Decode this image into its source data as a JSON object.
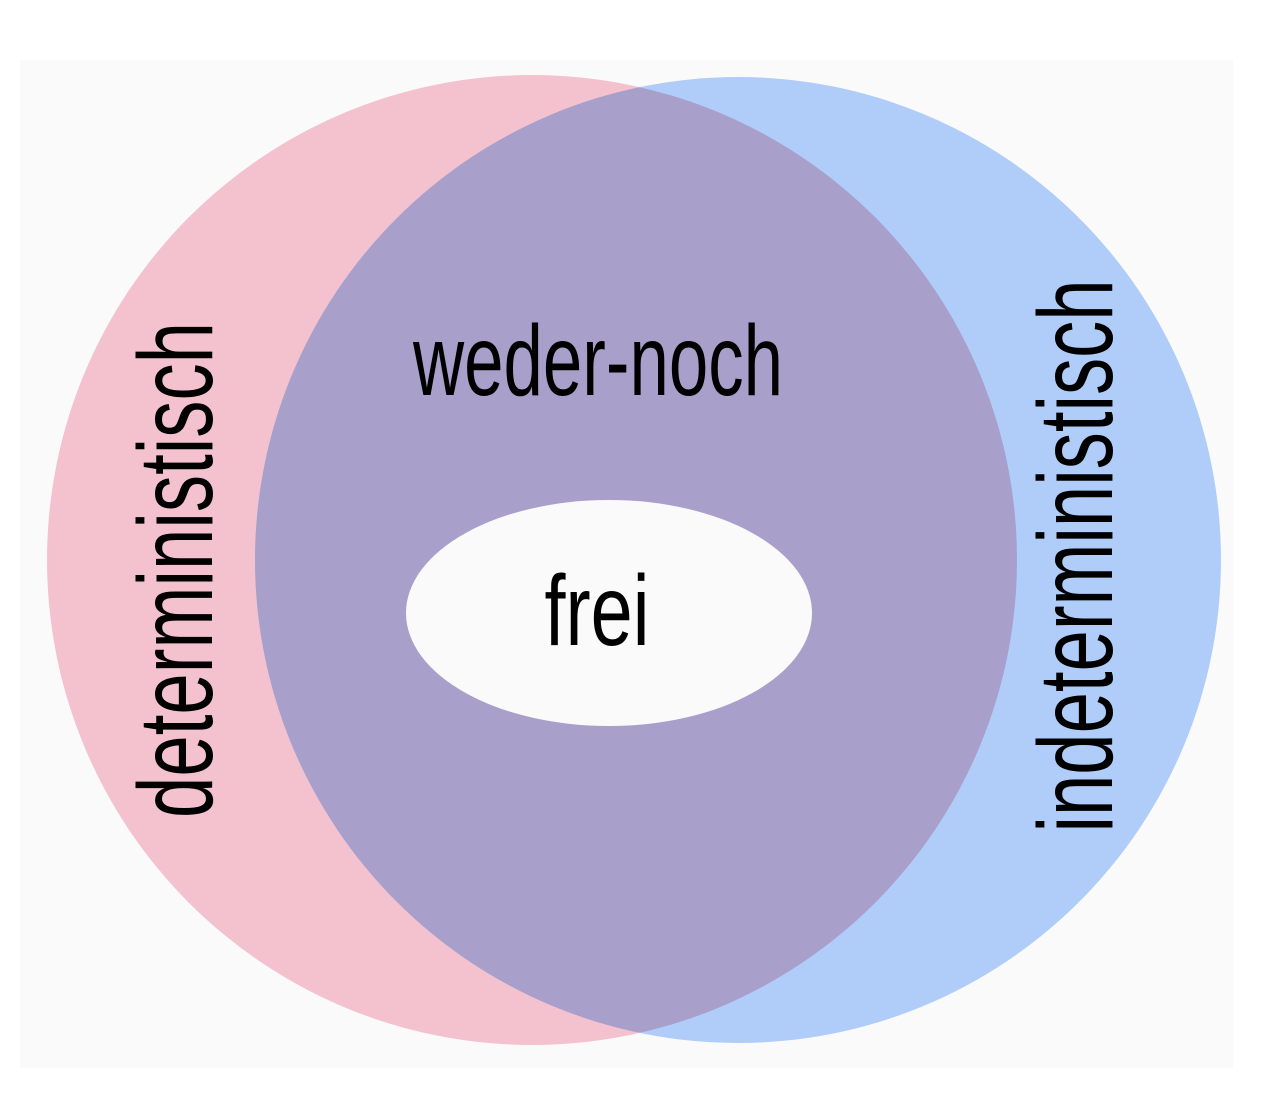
{
  "diagram": {
    "type": "venn",
    "sets": [
      {
        "label": "deterministisch",
        "color": "#f4c2cf"
      },
      {
        "label": "indeterministisch",
        "color": "#b0cdf9"
      }
    ],
    "intersection": {
      "label": "weder-noch",
      "color": "#a8a0cb"
    },
    "inner": {
      "label": "frei",
      "color": "#fafafa"
    },
    "background_color": "#fafafa"
  }
}
